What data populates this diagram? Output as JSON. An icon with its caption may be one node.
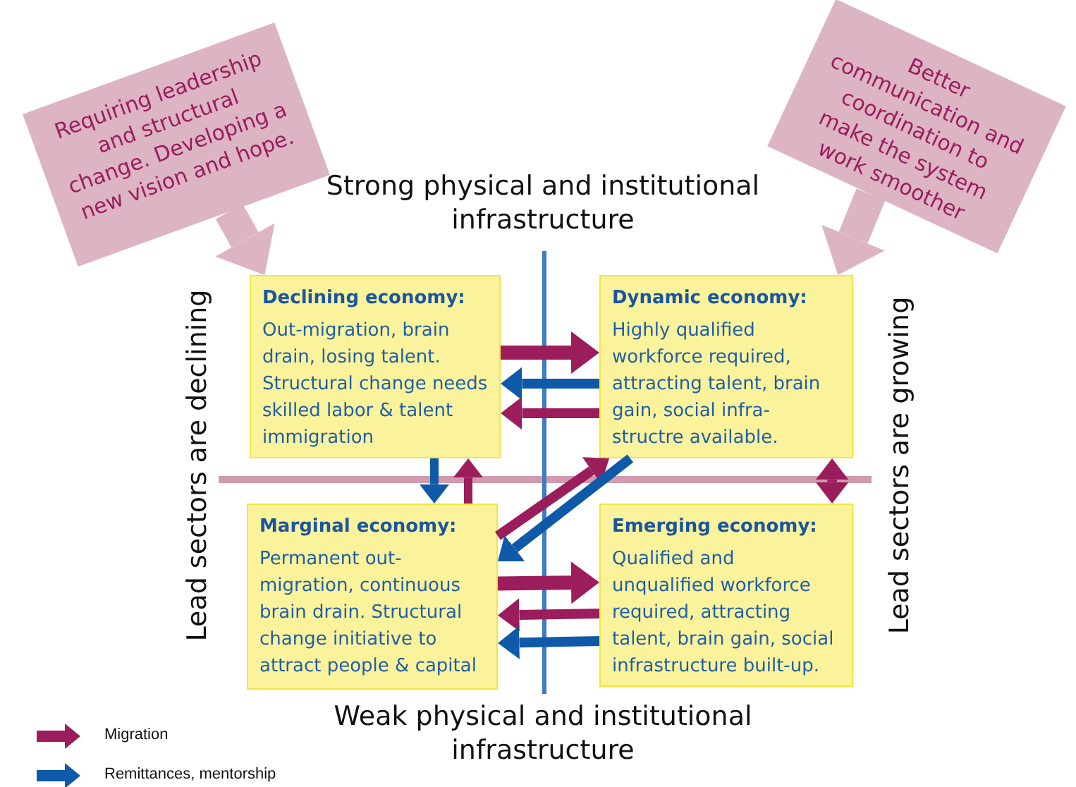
{
  "diagram": {
    "nodes": [
      {
        "text": [
          "Requiring leadership and structural change. Developing a new vision and hope."
        ]
      },
      {
        "text": [
          "Better communication and coordination to make the system work smoother"
        ]
      },
      {
        "text": [
          "Declining economy:",
          "Out-migration, brain drain, losing talent. Structural change needs skilled labor & talent immigration"
        ]
      },
      {
        "text": [
          "Dynamic economy:",
          "Highly qualified workforce required, attracting talent, brain gain, social infra-structre available."
        ]
      },
      {
        "text": [
          "Marginal economy:",
          "Permanent out-migration, continuous brain drain. Structural change initiative to attract people & capital"
        ]
      },
      {
        "text": [
          "Emerging economy:",
          "Qualified and unqualified workforce required, attracting talent, brain gain, social infrastructure built-up."
        ]
      }
    ],
    "edges": [
      {
        "from": 0,
        "to": 2,
        "arrow": "to",
        "style": "thick",
        "color": "#dcb4c4"
      },
      {
        "from": 1,
        "to": 3,
        "arrow": "to",
        "style": "thick",
        "color": "#dcb4c4"
      },
      {
        "from": 2,
        "to": 3,
        "arrow": "to"
      },
      {
        "from": 3,
        "to": 2,
        "arrow": "to",
        "color": "#0f5aa8"
      },
      {
        "from": 3,
        "to": 2,
        "arrow": "to"
      },
      {
        "from": 2,
        "to": 4,
        "arrow": "to",
        "color": "#0f5aa8"
      },
      {
        "from": 4,
        "to": 2,
        "arrow": "to"
      },
      {
        "from": 4,
        "to": 3,
        "arrow": "to"
      },
      {
        "from": 3,
        "to": 4,
        "arrow": "to",
        "color": "#0f5aa8"
      },
      {
        "from": 4,
        "to": 5,
        "arrow": "to"
      },
      {
        "from": 5,
        "to": 4,
        "arrow": "to"
      },
      {
        "from": 5,
        "to": 4,
        "arrow": "to",
        "color": "#0f5aa8"
      },
      {
        "from": 3,
        "to": 5,
        "arrow": "both"
      }
    ],
    "labels": [
      "Strong physical and institutional infrastructure",
      "Lead sectors are declining",
      "Lead sectors are growing",
      "Weak physical and institutional infrastructure"
    ],
    "legend": [
      {
        "text": "Migration",
        "color": "#9b1d5b"
      },
      {
        "text": "Remittances, mentorship",
        "color": "#0f5aa8"
      }
    ]
  }
}
